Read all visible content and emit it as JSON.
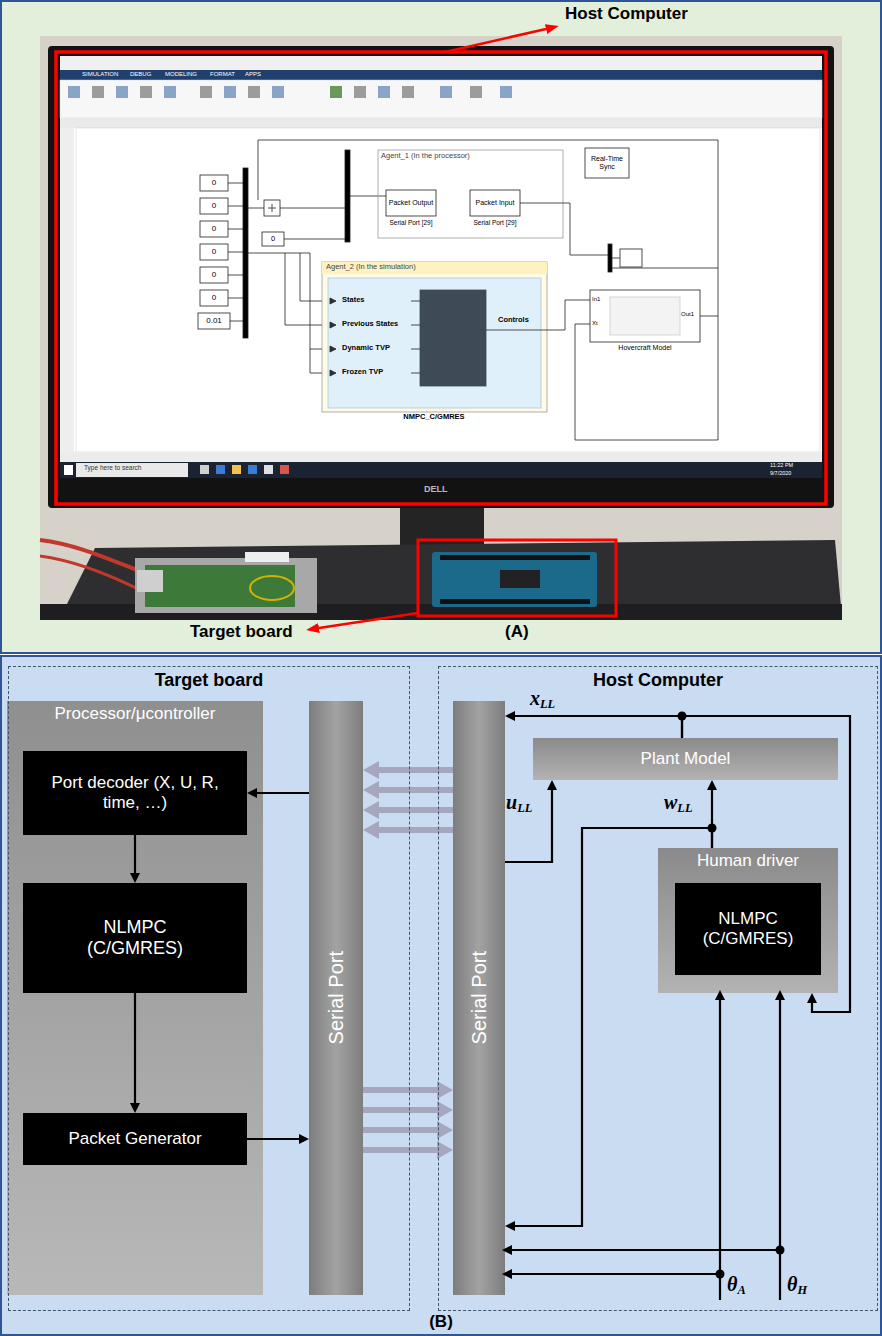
{
  "diagram": {
    "nodes": [
      {
        "text": [
          "(B)"
        ]
      },
      {
        "text": [
          "Target board"
        ],
        "in": 0
      },
      {
        "text": [
          "Processor/μcontroller"
        ],
        "in": 1
      },
      {
        "text": [
          "Port decoder (X, U, R, time, …)"
        ],
        "in": 2
      },
      {
        "text": [
          "NLMPC (C/GMRES)"
        ],
        "in": 2
      },
      {
        "text": [
          "Packet Generator"
        ],
        "in": 2
      },
      {
        "text": [
          "Serial Port"
        ],
        "in": 1
      },
      {
        "text": [
          "Host Computer"
        ],
        "in": 0
      },
      {
        "text": [
          "Serial Port"
        ],
        "in": 7
      },
      {
        "text": [
          "Plant Model"
        ],
        "in": 7
      },
      {
        "text": [
          "Human driver"
        ],
        "in": 7
      },
      {
        "text": [
          "NLMPC (C/GMRES)"
        ],
        "in": 10
      }
    ],
    "edges": [
      {
        "from": 6,
        "to": 3,
        "arrow": "to"
      },
      {
        "from": 3,
        "to": 4,
        "arrow": "to"
      },
      {
        "from": 4,
        "to": 5,
        "arrow": "to"
      },
      {
        "from": 5,
        "to": 6,
        "arrow": "to"
      },
      {
        "from": 8,
        "to": 6,
        "arrow": "to"
      },
      {
        "from": 8,
        "to": 6,
        "arrow": "to"
      },
      {
        "from": 8,
        "to": 6,
        "arrow": "to"
      },
      {
        "from": 8,
        "to": 6,
        "arrow": "to"
      },
      {
        "from": 6,
        "to": 8,
        "arrow": "to"
      },
      {
        "from": 6,
        "to": 8,
        "arrow": "to"
      },
      {
        "from": 6,
        "to": 8,
        "arrow": "to"
      },
      {
        "from": 6,
        "to": 8,
        "arrow": "to"
      },
      {
        "from": 9,
        "to": 8,
        "arrow": "to",
        "label": "xLL"
      },
      {
        "from": 9,
        "to": 10,
        "arrow": "to"
      },
      {
        "from": 8,
        "to": 9,
        "arrow": "to",
        "label": "uLL"
      },
      {
        "from": 10,
        "to": 9,
        "arrow": "to",
        "label": "wLL"
      },
      {
        "from": 10,
        "to": 8,
        "arrow": "to"
      }
    ],
    "labels": [
      "Host Computer",
      "SIMULATION",
      "DEBUG",
      "MODELING",
      "FORMAT",
      "APPS",
      "0",
      "0",
      "0",
      "0",
      "0",
      "0",
      "0.01",
      "0",
      "Agent_1 (In the processor)",
      "Packet Output",
      "Serial Port [29]",
      "Packet Input",
      "Serial Port [29]",
      "Real-Time Sync",
      "Agent_2 (In the simulation)",
      "States",
      "Previous States",
      "Dynamic TVP",
      "Frozen TVP",
      "Controls",
      "NMPC_C/GMRES",
      "Hovercraft Model",
      "In1",
      "Xt",
      "Out1",
      "Type here to search",
      "11:22 PM",
      "9/7/2020",
      "DELL",
      "Target board",
      "(A)",
      "θA",
      "θH"
    ]
  }
}
